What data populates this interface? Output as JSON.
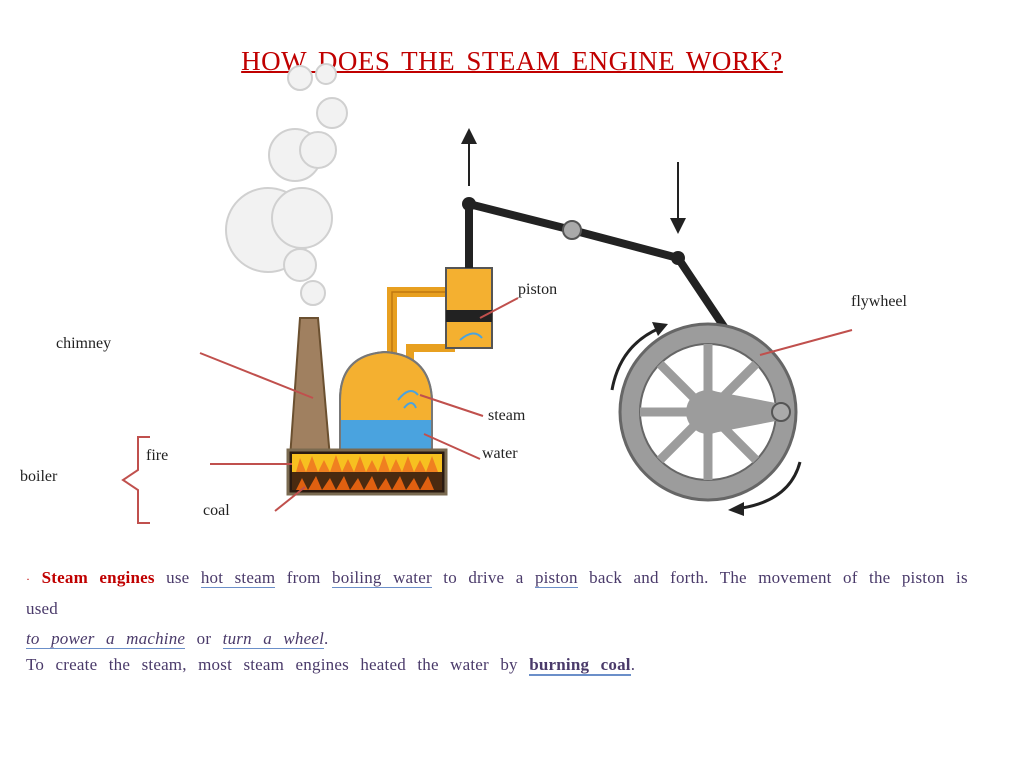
{
  "title": "HOW DOES THE STEAM ENGINE WORK?",
  "labels": {
    "piston": "piston",
    "flywheel": "flywheel",
    "chimney": "chimney",
    "steam": "steam",
    "water": "water",
    "fire": "fire",
    "boiler": "boiler",
    "coal": "coal"
  },
  "paragraph1": {
    "bullet": "·",
    "steam_engines": "Steam engines",
    "t1": "use",
    "hot_steam": "hot steam",
    "t2": "from",
    "boiling_water": "boiling water",
    "t3": "to drive a",
    "piston": "piston",
    "t4": "back and forth. The movement of the piston is used",
    "power_machine": "to power a machine",
    "t5": "or",
    "turn_wheel": "turn a wheel",
    "t6": "."
  },
  "paragraph2": {
    "t1": "To create the steam, most steam engines heated the water by",
    "burning_coal": "burning coal",
    "t2": "."
  },
  "colors": {
    "title": "#c00000",
    "leader_lines": "#c0504d",
    "steam_fill": "#f4b030",
    "water_fill": "#4aa3df",
    "pipe": "#e8a020",
    "flywheel": "#9c9c9c",
    "chimney": "#a08060"
  }
}
